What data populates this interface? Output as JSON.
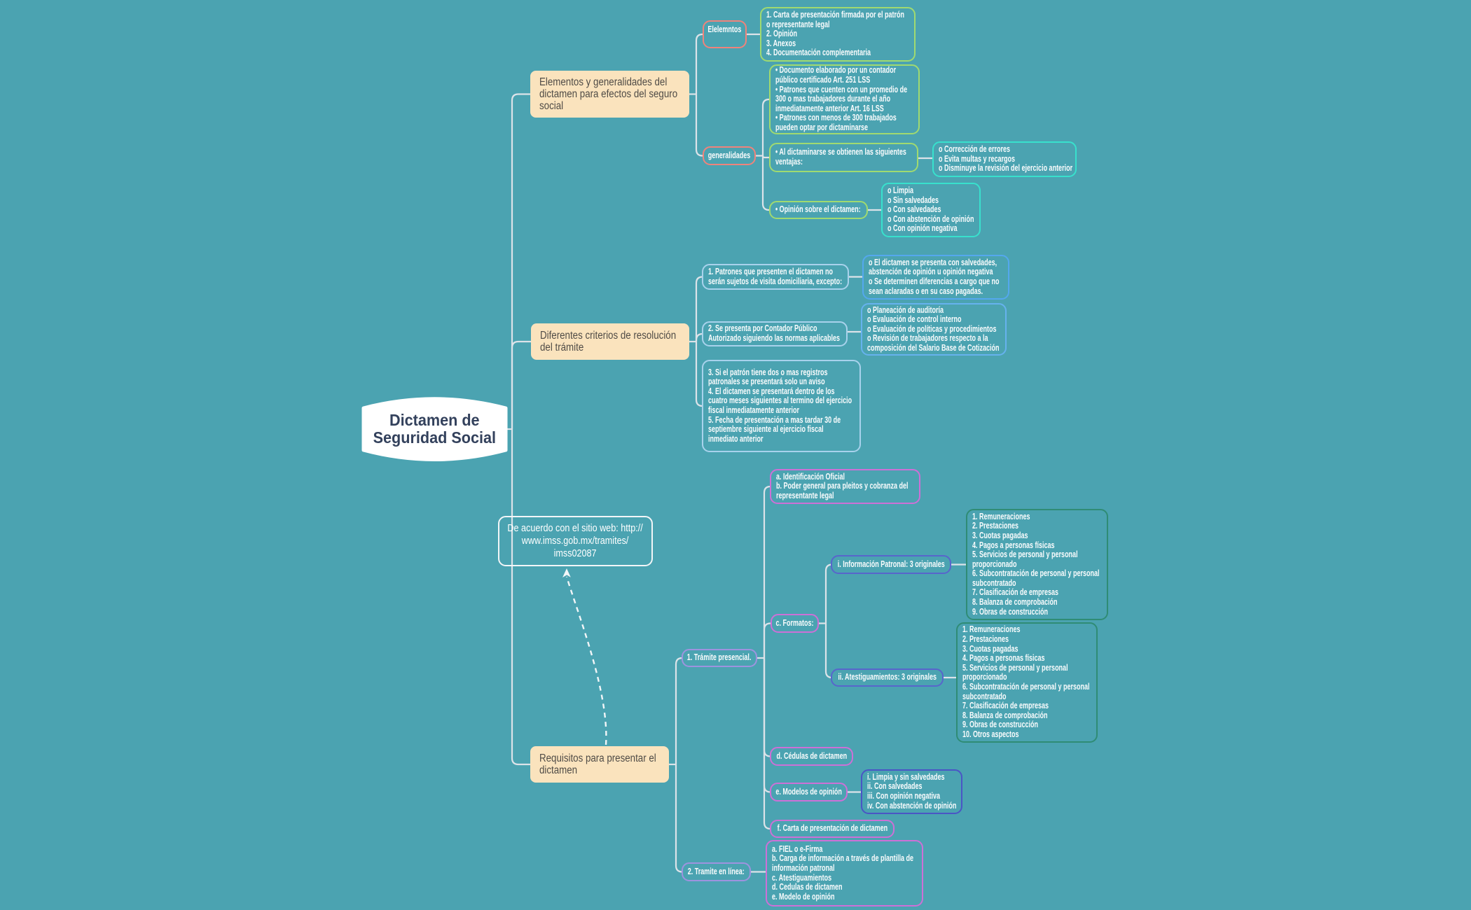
{
  "title": "Dictamen de Seguridad Social",
  "palette": {
    "background": "#4BA3B1",
    "connector": "#DCE3E9",
    "dashed_connector": "#F2F6F8",
    "root_fill": "#FFFFFF",
    "root_text": "#33415C",
    "branch_fill": "#FAE3BD",
    "branch_text": "#4F4B46",
    "box_text": "#FAFCFD",
    "salmon": "#F0837B",
    "green": "#A0DA70",
    "cyan": "#38E1CD",
    "paleblue": "#A8D2EC",
    "blue": "#54A8EE",
    "blue2": "#66B2EE",
    "indigo": "#5865CC",
    "indigodark": "#4A55C5",
    "orchid": "#CD70D7",
    "lavender": "#9E93DF",
    "darkgreen": "#2F8C75",
    "white": "#FFFFFF"
  },
  "root": {
    "label": "Dictamen de\nSeguridad Social"
  },
  "floating_note": {
    "label": "De acuerdo con el sitio web: http://\nwww.imss.gob.mx/tramites/\nimss02087"
  },
  "branches": [
    {
      "label": "Elementos y generalidades del\ndictamen para efectos del seguro\nsocial",
      "children": [
        {
          "label": "Elelemntos",
          "children": [
            {
              "label": "1. Carta de presentación firmada por el patrón\no representante legal\n2. Opinión\n3. Anexos\n4. Documentación complementaria"
            }
          ]
        },
        {
          "label": "generalidades",
          "children": [
            {
              "label": "• Documento elaborado por un contador\npúblico certificado Art. 251 LSS\n• Patrones que cuenten con un promedio de\n300 o mas trabajadores durante el año\ninmediatamente anterior Art. 16 LSS\n• Patrones con menos de 300 trabajados\npueden optar por dictaminarse"
            },
            {
              "label": "• Al dictaminarse se obtienen las siguientes\nventajas:",
              "children": [
                {
                  "label": "o Corrección de errores\no Evita multas y recargos\no Disminuye la revisión del ejercicio anterior"
                }
              ]
            },
            {
              "label": "• Opinión sobre el dictamen:",
              "children": [
                {
                  "label": "o Limpia\no Sin salvedades\no Con salvedades\no Con abstención de opinión\no Con opinión negativa"
                }
              ]
            }
          ]
        }
      ]
    },
    {
      "label": "Diferentes criterios de resolución\ndel trámite",
      "children": [
        {
          "label": "1. Patrones que presenten el dictamen no\nserán sujetos de visita domiciliaria, excepto:",
          "children": [
            {
              "label": "o El dictamen se presenta con salvedades,\nabstención de opinión u opinión negativa\no Se determinen diferencias a cargo que no\nsean aclaradas o en su caso pagadas."
            }
          ]
        },
        {
          "label": "2. Se presenta por Contador Público\nAutorizado siguiendo las normas aplicables",
          "children": [
            {
              "label": "o Planeación de auditoría\no Evaluación de control interno\no Evaluación de políticas y procedimientos\no Revisión de trabajadores respecto a la\ncomposición del Salario Base de Cotización"
            }
          ]
        },
        {
          "label": "3. Si el patrón tiene dos o mas registros\npatronales se presentará solo un aviso\n4. El dictamen se presentará dentro de los\ncuatro meses siguientes al termino del ejercicio\nfiscal inmediatamente anterior\n5. Fecha de presentación a mas tardar 30 de\nseptiembre siguiente al ejercicio fiscal\ninmediato anterior"
        }
      ]
    },
    {
      "label": "Requisitos para presentar el\ndictamen",
      "children": [
        {
          "label": "1. Trámite presencial.",
          "children": [
            {
              "label": "a. Identificación Oficial\nb. Poder general para pleitos y cobranza del\nrepresentante legal"
            },
            {
              "label": "c. Formatos:",
              "children": [
                {
                  "label": "i. Información Patronal: 3 originales",
                  "children": [
                    {
                      "label": "1. Remuneraciones\n2. Prestaciones\n3. Cuotas pagadas\n4. Pagos a personas físicas\n5. Servicios de personal y personal\nproporcionado\n6. Subcontratación de personal y personal\nsubcontratado\n7. Clasificación de empresas\n8. Balanza de comprobación\n9. Obras de construcción"
                    }
                  ]
                },
                {
                  "label": "ii. Atestiguamientos: 3 originales",
                  "children": [
                    {
                      "label": "1. Remuneraciones\n2. Prestaciones\n3. Cuotas pagadas\n4. Pagos a personas físicas\n5. Servicios de personal y personal\nproporcionado\n6. Subcontratación de personal y personal\nsubcontratado\n7. Clasificación de empresas\n8. Balanza de comprobación\n9. Obras de construcción\n10. Otros aspectos"
                    }
                  ]
                }
              ]
            },
            {
              "label": "d. Cédulas de dictamen"
            },
            {
              "label": "e. Modelos de opinión",
              "children": [
                {
                  "label": "i. Limpia y sin salvedades\nii. Con salvedades\niii. Con opinión negativa\niv. Con abstención de opinión"
                }
              ]
            },
            {
              "label": "f. Carta de presentación de dictamen"
            }
          ]
        },
        {
          "label": "2. Tramite en línea:",
          "children": [
            {
              "label": "a. FIEL o e-Firma\nb. Carga de información a través de plantilla de\ninformación patronal\nc. Atestiguamientos\nd. Cedulas de dictamen\ne. Modelo de opinión"
            }
          ]
        }
      ]
    }
  ]
}
